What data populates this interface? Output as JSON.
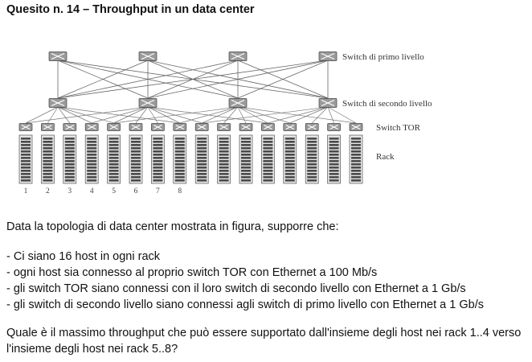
{
  "title": "Quesito n. 14 – Throughput in un data center",
  "figure": {
    "labels": {
      "core": "Switch di primo livello",
      "aggregation": "Switch di secondo livello",
      "tor": "Switch TOR",
      "rack": "Rack"
    },
    "rack_numbers": [
      "1",
      "2",
      "3",
      "4",
      "5",
      "6",
      "7",
      "8"
    ],
    "counts": {
      "core_switches": 4,
      "aggregation_switches": 4,
      "tor_switches": 16,
      "racks": 16
    }
  },
  "intro": "Data la topologia di data center mostrata in figura, supporre che:",
  "conditions": [
    "- Ci siano 16 host in ogni rack",
    "- ogni host sia connesso al proprio switch TOR con Ethernet a 100 Mb/s",
    "- gli switch TOR siano connessi con il loro switch di secondo livello con Ethernet a 1 Gb/s",
    "- gli switch di secondo livello siano connessi agli switch di primo livello con Ethernet a 1 Gb/s"
  ],
  "question": "Quale è il massimo throughput che può essere supportato dall'insieme degli host nei rack 1..4 verso l'insieme degli host nei rack 5..8?"
}
